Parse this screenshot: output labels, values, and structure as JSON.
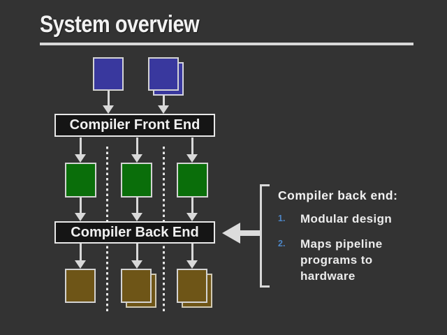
{
  "slide": {
    "title": "System overview"
  },
  "diagram": {
    "front_end_box": "Compiler Front End",
    "back_end_box": "Compiler Back End",
    "input_nodes": [
      {
        "color": "blue",
        "stacked": false
      },
      {
        "color": "blue",
        "stacked": true
      }
    ],
    "ir_nodes": [
      {
        "color": "green",
        "stacked": false
      },
      {
        "color": "green",
        "stacked": false
      },
      {
        "color": "green",
        "stacked": false
      }
    ],
    "output_nodes": [
      {
        "color": "brown",
        "stacked": false
      },
      {
        "color": "brown",
        "stacked": true
      },
      {
        "color": "brown",
        "stacked": true
      }
    ]
  },
  "annotation": {
    "heading": "Compiler back end:",
    "items": [
      {
        "number": "1.",
        "text": "Modular design"
      },
      {
        "number": "2.",
        "text": "Maps pipeline programs to hardware"
      }
    ]
  },
  "colors": {
    "background": "#333333",
    "node_blue": "#39389e",
    "node_green": "#0a6e0a",
    "node_brown": "#6e5517",
    "box_fill": "#151515",
    "line_gray": "#d9d9d9",
    "list_number_blue": "#4d86c6",
    "text_white": "#f2f2f2"
  }
}
